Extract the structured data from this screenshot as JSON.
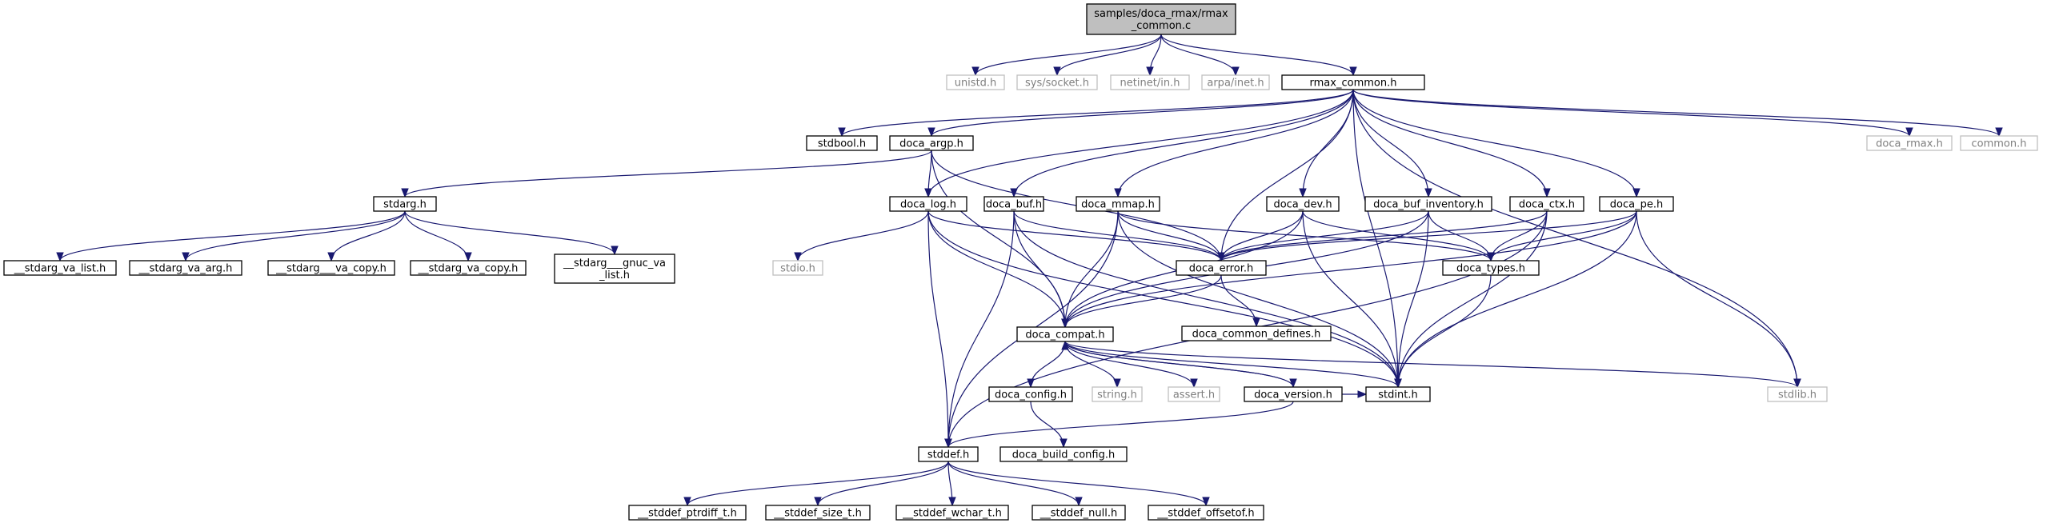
{
  "diagram": {
    "type": "include-dependency-graph",
    "colors": {
      "edge": "#191970",
      "root_fill": "#bfbfbf",
      "node_border": "#000000",
      "missing_node_border": "#bfbfbf",
      "missing_node_text": "#7f7f7f"
    },
    "nodes": [
      {
        "id": "root",
        "lines": [
          "samples/doca_rmax/rmax",
          "_common.c"
        ],
        "style": "root"
      },
      {
        "id": "unistd",
        "lines": [
          "unistd.h"
        ],
        "style": "grey"
      },
      {
        "id": "syssocket",
        "lines": [
          "sys/socket.h"
        ],
        "style": "grey"
      },
      {
        "id": "netinet",
        "lines": [
          "netinet/in.h"
        ],
        "style": "grey"
      },
      {
        "id": "arpa",
        "lines": [
          "arpa/inet.h"
        ],
        "style": "grey"
      },
      {
        "id": "rmax_common",
        "lines": [
          "rmax_common.h"
        ],
        "style": "solid"
      },
      {
        "id": "stdbool",
        "lines": [
          "stdbool.h"
        ],
        "style": "solid"
      },
      {
        "id": "doca_argp",
        "lines": [
          "doca_argp.h"
        ],
        "style": "solid"
      },
      {
        "id": "doca_rmax",
        "lines": [
          "doca_rmax.h"
        ],
        "style": "grey"
      },
      {
        "id": "common",
        "lines": [
          "common.h"
        ],
        "style": "grey"
      },
      {
        "id": "stdarg",
        "lines": [
          "stdarg.h"
        ],
        "style": "solid"
      },
      {
        "id": "doca_log",
        "lines": [
          "doca_log.h"
        ],
        "style": "solid"
      },
      {
        "id": "doca_buf",
        "lines": [
          "doca_buf.h"
        ],
        "style": "solid"
      },
      {
        "id": "doca_mmap",
        "lines": [
          "doca_mmap.h"
        ],
        "style": "solid"
      },
      {
        "id": "doca_dev",
        "lines": [
          "doca_dev.h"
        ],
        "style": "solid"
      },
      {
        "id": "doca_buf_inventory",
        "lines": [
          "doca_buf_inventory.h"
        ],
        "style": "solid"
      },
      {
        "id": "doca_ctx",
        "lines": [
          "doca_ctx.h"
        ],
        "style": "solid"
      },
      {
        "id": "doca_pe",
        "lines": [
          "doca_pe.h"
        ],
        "style": "solid"
      },
      {
        "id": "stdarg_va_list",
        "lines": [
          "__stdarg_va_list.h"
        ],
        "style": "solid"
      },
      {
        "id": "stdarg_va_arg",
        "lines": [
          "__stdarg_va_arg.h"
        ],
        "style": "solid"
      },
      {
        "id": "stdarg___va_copy",
        "lines": [
          "__stdarg___va_copy.h"
        ],
        "style": "solid"
      },
      {
        "id": "stdarg_va_copy",
        "lines": [
          "__stdarg_va_copy.h"
        ],
        "style": "solid"
      },
      {
        "id": "stdarg_gnuc",
        "lines": [
          "__stdarg___gnuc_va",
          "_list.h"
        ],
        "style": "solid"
      },
      {
        "id": "stdio",
        "lines": [
          "stdio.h"
        ],
        "style": "grey"
      },
      {
        "id": "doca_error",
        "lines": [
          "doca_error.h"
        ],
        "style": "solid"
      },
      {
        "id": "doca_types",
        "lines": [
          "doca_types.h"
        ],
        "style": "solid"
      },
      {
        "id": "doca_common_defines",
        "lines": [
          "doca_common_defines.h"
        ],
        "style": "solid"
      },
      {
        "id": "doca_compat",
        "lines": [
          "doca_compat.h"
        ],
        "style": "solid"
      },
      {
        "id": "doca_config",
        "lines": [
          "doca_config.h"
        ],
        "style": "solid"
      },
      {
        "id": "string",
        "lines": [
          "string.h"
        ],
        "style": "grey"
      },
      {
        "id": "assert",
        "lines": [
          "assert.h"
        ],
        "style": "grey"
      },
      {
        "id": "doca_version",
        "lines": [
          "doca_version.h"
        ],
        "style": "solid"
      },
      {
        "id": "stdint",
        "lines": [
          "stdint.h"
        ],
        "style": "solid"
      },
      {
        "id": "stdlib",
        "lines": [
          "stdlib.h"
        ],
        "style": "grey"
      },
      {
        "id": "doca_build_config",
        "lines": [
          "doca_build_config.h"
        ],
        "style": "solid"
      },
      {
        "id": "stddef",
        "lines": [
          "stddef.h"
        ],
        "style": "solid"
      },
      {
        "id": "stddef_ptrdiff",
        "lines": [
          "__stddef_ptrdiff_t.h"
        ],
        "style": "solid"
      },
      {
        "id": "stddef_size",
        "lines": [
          "__stddef_size_t.h"
        ],
        "style": "solid"
      },
      {
        "id": "stddef_wchar",
        "lines": [
          "__stddef_wchar_t.h"
        ],
        "style": "solid"
      },
      {
        "id": "stddef_null",
        "lines": [
          "__stddef_null.h"
        ],
        "style": "solid"
      },
      {
        "id": "stddef_offsetof",
        "lines": [
          "__stddef_offsetof.h"
        ],
        "style": "solid"
      }
    ],
    "edges": [
      [
        "root",
        "unistd"
      ],
      [
        "root",
        "syssocket"
      ],
      [
        "root",
        "netinet"
      ],
      [
        "root",
        "arpa"
      ],
      [
        "root",
        "rmax_common"
      ],
      [
        "rmax_common",
        "stdbool"
      ],
      [
        "rmax_common",
        "doca_argp"
      ],
      [
        "rmax_common",
        "doca_log"
      ],
      [
        "rmax_common",
        "doca_buf"
      ],
      [
        "rmax_common",
        "doca_mmap"
      ],
      [
        "rmax_common",
        "doca_error"
      ],
      [
        "rmax_common",
        "doca_dev"
      ],
      [
        "rmax_common",
        "doca_buf_inventory"
      ],
      [
        "rmax_common",
        "doca_ctx"
      ],
      [
        "rmax_common",
        "doca_pe"
      ],
      [
        "rmax_common",
        "stdint"
      ],
      [
        "rmax_common",
        "stdlib"
      ],
      [
        "rmax_common",
        "doca_rmax"
      ],
      [
        "rmax_common",
        "common"
      ],
      [
        "doca_argp",
        "stdarg"
      ],
      [
        "doca_argp",
        "doca_log"
      ],
      [
        "doca_argp",
        "doca_error"
      ],
      [
        "doca_argp",
        "doca_compat"
      ],
      [
        "stdarg",
        "stdarg_va_list"
      ],
      [
        "stdarg",
        "stdarg_va_arg"
      ],
      [
        "stdarg",
        "stdarg___va_copy"
      ],
      [
        "stdarg",
        "stdarg_va_copy"
      ],
      [
        "stdarg",
        "stdarg_gnuc"
      ],
      [
        "doca_log",
        "stdio"
      ],
      [
        "doca_log",
        "doca_error"
      ],
      [
        "doca_log",
        "doca_compat"
      ],
      [
        "doca_log",
        "stdint"
      ],
      [
        "doca_log",
        "stddef"
      ],
      [
        "doca_buf",
        "doca_error"
      ],
      [
        "doca_buf",
        "doca_compat"
      ],
      [
        "doca_buf",
        "stdint"
      ],
      [
        "doca_buf",
        "stddef"
      ],
      [
        "doca_mmap",
        "doca_error"
      ],
      [
        "doca_mmap",
        "doca_types"
      ],
      [
        "doca_mmap",
        "doca_compat"
      ],
      [
        "doca_mmap",
        "stdint"
      ],
      [
        "doca_mmap",
        "stddef"
      ],
      [
        "doca_dev",
        "doca_error"
      ],
      [
        "doca_dev",
        "doca_types"
      ],
      [
        "doca_dev",
        "doca_compat"
      ],
      [
        "doca_dev",
        "stdint"
      ],
      [
        "doca_buf_inventory",
        "doca_error"
      ],
      [
        "doca_buf_inventory",
        "doca_types"
      ],
      [
        "doca_buf_inventory",
        "doca_compat"
      ],
      [
        "doca_buf_inventory",
        "stdint"
      ],
      [
        "doca_ctx",
        "doca_error"
      ],
      [
        "doca_ctx",
        "doca_types"
      ],
      [
        "doca_ctx",
        "stdint"
      ],
      [
        "doca_ctx",
        "stddef"
      ],
      [
        "doca_pe",
        "doca_error"
      ],
      [
        "doca_pe",
        "doca_types"
      ],
      [
        "doca_pe",
        "doca_compat"
      ],
      [
        "doca_pe",
        "stdint"
      ],
      [
        "doca_pe",
        "stdlib"
      ],
      [
        "doca_error",
        "doca_compat"
      ],
      [
        "doca_error",
        "doca_common_defines"
      ],
      [
        "doca_types",
        "stdint"
      ],
      [
        "doca_compat",
        "doca_config"
      ],
      [
        "doca_compat",
        "string"
      ],
      [
        "doca_compat",
        "assert"
      ],
      [
        "doca_compat",
        "doca_version"
      ],
      [
        "doca_compat",
        "stdint"
      ],
      [
        "doca_compat",
        "stdlib"
      ],
      [
        "doca_version",
        "doca_compat"
      ],
      [
        "doca_version",
        "stdint"
      ],
      [
        "doca_version",
        "stddef"
      ],
      [
        "doca_config",
        "doca_build_config"
      ],
      [
        "stddef",
        "stddef_ptrdiff"
      ],
      [
        "stddef",
        "stddef_size"
      ],
      [
        "stddef",
        "stddef_wchar"
      ],
      [
        "stddef",
        "stddef_null"
      ],
      [
        "stddef",
        "stddef_offsetof"
      ]
    ]
  }
}
